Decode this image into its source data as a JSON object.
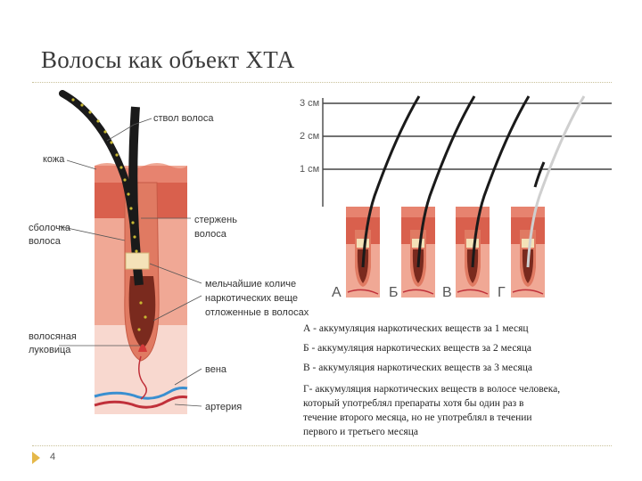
{
  "title": "Волосы как объект ХТА",
  "labels": {
    "shaft": "ствол волоса",
    "skin": "кожа",
    "sheath": [
      "сболочка",
      "волоса"
    ],
    "core": [
      "стержень",
      "волоса"
    ],
    "particles": [
      "мельчайшие количе",
      "наркотических веще",
      "отложенные в волосах"
    ],
    "follicle": [
      "волосяная",
      "луковица"
    ],
    "vein": "вена",
    "artery": "артерия"
  },
  "scale": [
    "3 см",
    "2 см",
    "1 см"
  ],
  "stages": [
    "А",
    "Б",
    "В",
    "Г"
  ],
  "legend": {
    "a": "А - аккумуляция наркотических веществ за 1 месяц",
    "b": "Б - аккумуляция наркотических веществ за 2 месяца",
    "c": "В - аккумуляция наркотических веществ за 3 месяца",
    "d1": "Г- аккумуляция наркотических веществ в волосе человека,",
    "d2": "который употреблял препараты хотя бы один раз в",
    "d3": "течение второго месяца, но не употреблял в течении",
    "d4": "первого и третьего месяца"
  },
  "page_number": "4",
  "colors": {
    "skin_top": "#d9604d",
    "skin_mid": "#f0a895",
    "skin_pale": "#f8d8cf",
    "hair_dark": "#1a1a1a",
    "particle": "#c8b832",
    "vein": "#3a8fd0",
    "artery": "#c0303a",
    "title": "#3a3a3a",
    "rule": "#c9c19a"
  }
}
